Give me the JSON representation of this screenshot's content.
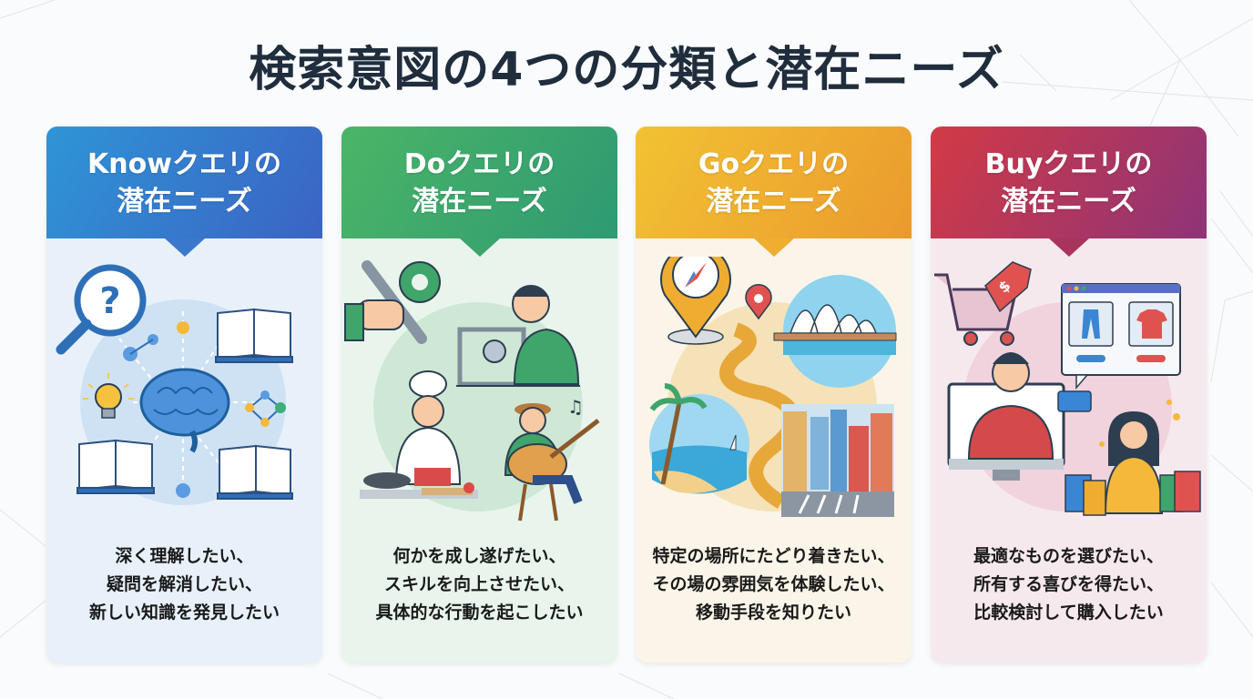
{
  "title": "検索意図の4つの分類と潜在ニーズ",
  "cards": [
    {
      "id": "know",
      "header_line1": "Knowクエリの",
      "header_line2": "潜在ニーズ",
      "illustration": "brain-knowledge-illustration",
      "desc_lines": [
        "深く理解したい、",
        "疑問を解消したい、",
        "新しい知識を発見したい"
      ],
      "colors": {
        "header_start": "#2f95d6",
        "header_end": "#3b63c4",
        "body": "#e8f1fa",
        "accent": "#3a86d4"
      }
    },
    {
      "id": "do",
      "header_line1": "Doクエリの",
      "header_line2": "潜在ニーズ",
      "illustration": "action-skills-illustration",
      "desc_lines": [
        "何かを成し遂げたい、",
        "スキルを向上させたい、",
        "具体的な行動を起こしたい"
      ],
      "colors": {
        "header_start": "#4bb567",
        "header_end": "#2e9a72",
        "body": "#e9f5ec",
        "accent": "#3fa56a"
      }
    },
    {
      "id": "go",
      "header_line1": "Goクエリの",
      "header_line2": "潜在ニーズ",
      "illustration": "travel-destination-illustration",
      "desc_lines": [
        "特定の場所にたどり着きたい、",
        "その場の雰囲気を体験したい、",
        "移動手段を知りたい"
      ],
      "colors": {
        "header_start": "#f2c233",
        "header_end": "#eb9a2e",
        "body": "#faf5e8",
        "accent": "#f0ac30"
      }
    },
    {
      "id": "buy",
      "header_line1": "Buyクエリの",
      "header_line2": "潜在ニーズ",
      "illustration": "online-shopping-illustration",
      "desc_lines": [
        "最適なものを選びたい、",
        "所有する喜びを得たい、",
        "比較検討して購入したい"
      ],
      "colors": {
        "header_start": "#d23a45",
        "header_end": "#8e3477",
        "body": "#f6e9ee",
        "accent": "#a8345e"
      }
    }
  ]
}
